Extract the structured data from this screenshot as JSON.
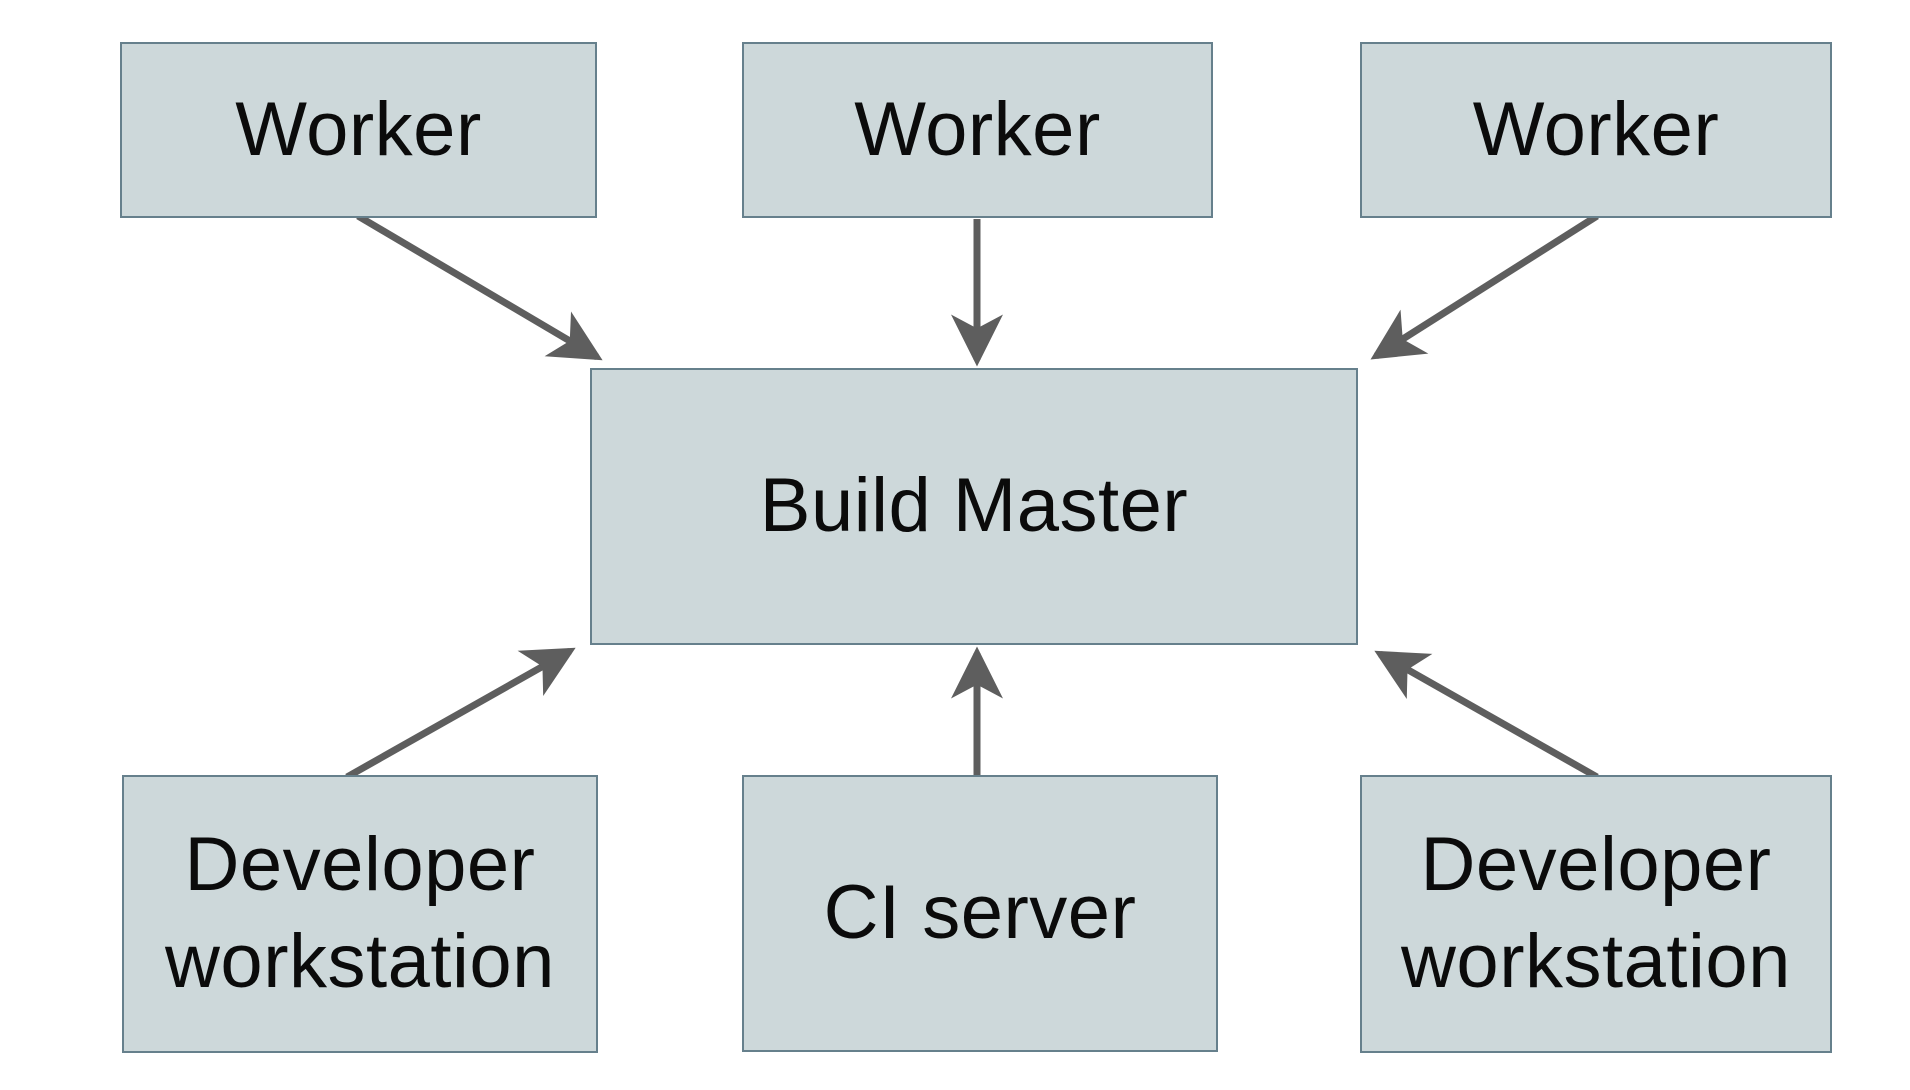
{
  "diagram": {
    "background_color": "#ffffff",
    "node_fill_color": "#cdd8da",
    "node_border_color": "#66808c",
    "arrow_color": "#5e5e5e",
    "text_color": "#0b0b0b",
    "nodes": [
      {
        "id": "worker-1",
        "label": "Worker"
      },
      {
        "id": "worker-2",
        "label": "Worker"
      },
      {
        "id": "worker-3",
        "label": "Worker"
      },
      {
        "id": "build-master",
        "label": "Build Master"
      },
      {
        "id": "developer-workstation-left",
        "label": "Developer workstation"
      },
      {
        "id": "ci-server",
        "label": "CI server"
      },
      {
        "id": "developer-workstation-right",
        "label": "Developer workstation"
      }
    ],
    "edges": [
      {
        "from": "worker-1",
        "to": "build-master",
        "direction": "into-build-master"
      },
      {
        "from": "worker-2",
        "to": "build-master",
        "direction": "into-build-master"
      },
      {
        "from": "worker-3",
        "to": "build-master",
        "direction": "into-build-master"
      },
      {
        "from": "developer-workstation-left",
        "to": "build-master",
        "direction": "into-build-master"
      },
      {
        "from": "ci-server",
        "to": "build-master",
        "direction": "into-build-master"
      },
      {
        "from": "developer-workstation-right",
        "to": "build-master",
        "direction": "into-build-master"
      }
    ]
  }
}
